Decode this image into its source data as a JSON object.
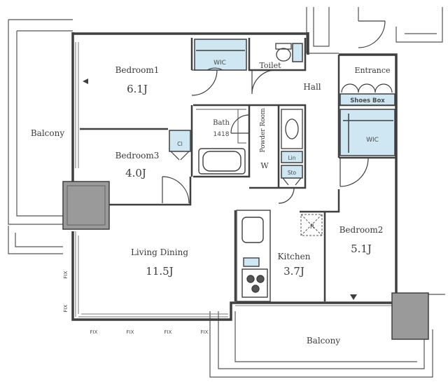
{
  "rooms": {
    "bedroom1": {
      "name": "Bedroom1",
      "area": "6.1J"
    },
    "bedroom2": {
      "name": "Bedroom2",
      "area": "5.1J"
    },
    "bedroom3": {
      "name": "Bedroom3",
      "area": "4.0J"
    },
    "living": {
      "name": "Living Dining",
      "area": "11.5J"
    },
    "kitchen": {
      "name": "Kitchen",
      "area": "3.7J"
    },
    "bath": {
      "name": "Bath",
      "size": "1418"
    },
    "powder": {
      "name": "Powder Room"
    },
    "toilet": {
      "name": "Toilet"
    },
    "hall": {
      "name": "Hall"
    },
    "entrance": {
      "name": "Entrance"
    },
    "balcony_west": {
      "name": "Balcony"
    },
    "balcony_south": {
      "name": "Balcony"
    }
  },
  "storage": {
    "wic_top": "WIC",
    "wic_right": "WIC",
    "shoe_box": "Shoes Box",
    "closet": "Cl",
    "linen": "Lin",
    "storage": "Sto",
    "washer": "W",
    "fridge": "R"
  },
  "fix_labels": {
    "south": [
      "FIX",
      "FIX",
      "FIX",
      "FIX"
    ],
    "west": [
      "FIX",
      "FIX"
    ]
  },
  "colors": {
    "storage_fill": "#cfe6f3",
    "wall": "#3f3f3f",
    "column": "#9a9a9a",
    "window": "#7a7a7a"
  }
}
